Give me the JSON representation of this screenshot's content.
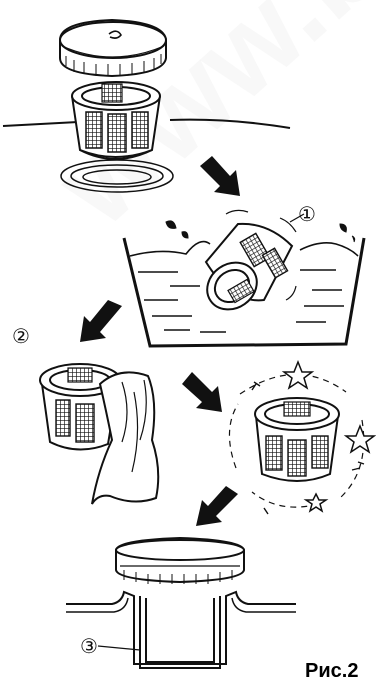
{
  "figure": {
    "caption": "Рис.2",
    "watermark": "www.b",
    "steps": [
      {
        "marker": "①"
      },
      {
        "marker": "②"
      },
      {
        "marker": "③"
      }
    ]
  }
}
